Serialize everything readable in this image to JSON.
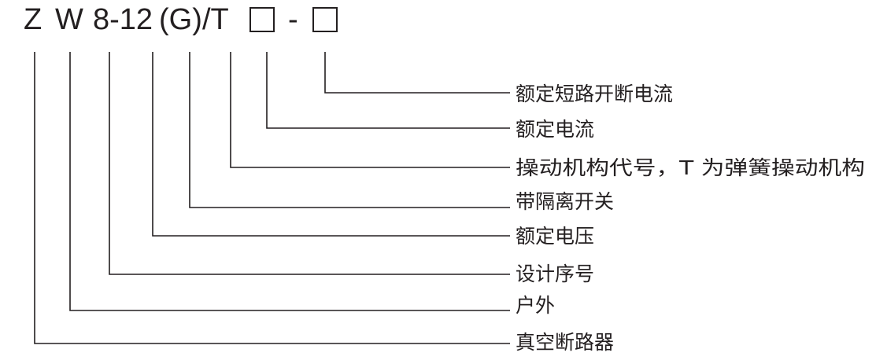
{
  "code": {
    "segments": [
      "Z",
      "W",
      "8-12",
      "(G)",
      "/T",
      "-"
    ],
    "placeholder_boxes": 2
  },
  "labels": [
    "额定短路开断电流",
    "额定电流",
    "操动机构代号，T 为弹簧操动机构",
    "带隔离开关",
    "额定电压",
    "设计序号",
    "户外",
    "真空断路器"
  ],
  "colors": {
    "ink": "#231f20",
    "background": "#ffffff"
  }
}
